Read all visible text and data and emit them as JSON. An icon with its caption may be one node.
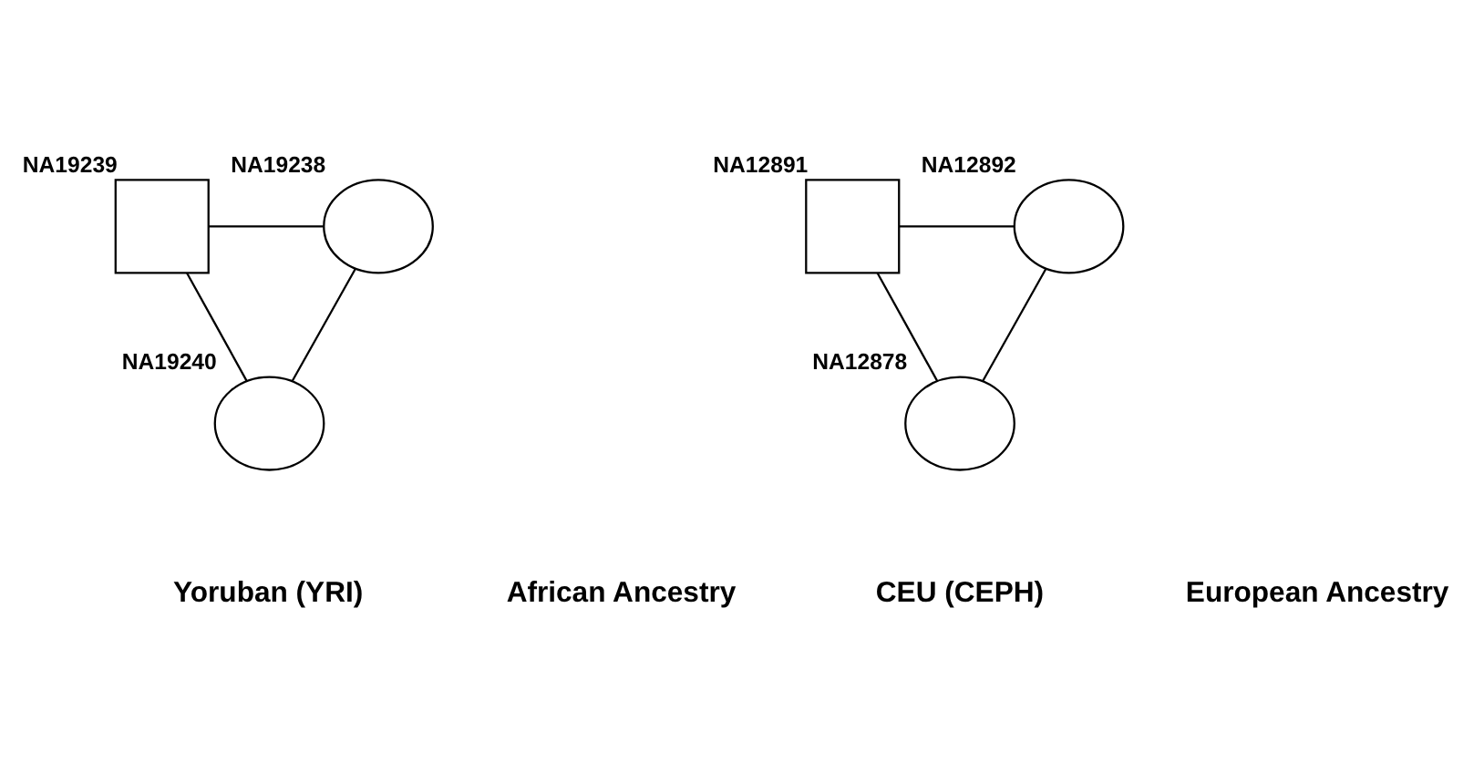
{
  "diagram": {
    "nodes": [
      {
        "text": [],
        "shape": "box",
        "beside": [
          "NA19239"
        ]
      },
      {
        "text": [],
        "shape": "circle",
        "beside": [
          "NA19238"
        ]
      },
      {
        "text": [],
        "shape": "circle",
        "beside": [
          "NA19240"
        ]
      },
      {
        "text": [],
        "shape": "box",
        "beside": [
          "NA12891"
        ]
      },
      {
        "text": [],
        "shape": "circle",
        "beside": [
          "NA12892"
        ]
      },
      {
        "text": [],
        "shape": "circle",
        "beside": [
          "NA12878"
        ]
      }
    ],
    "edges": [
      {
        "from": 0,
        "to": 1,
        "arrow": "none"
      },
      {
        "from": 0,
        "to": 2,
        "arrow": "none"
      },
      {
        "from": 1,
        "to": 2,
        "arrow": "none"
      },
      {
        "from": 3,
        "to": 4,
        "arrow": "none"
      },
      {
        "from": 3,
        "to": 5,
        "arrow": "none"
      },
      {
        "from": 4,
        "to": 5,
        "arrow": "none"
      }
    ],
    "labels": [
      "Yoruban (YRI)",
      "African Ancestry",
      "CEU (CEPH)",
      "European Ancestry"
    ]
  }
}
